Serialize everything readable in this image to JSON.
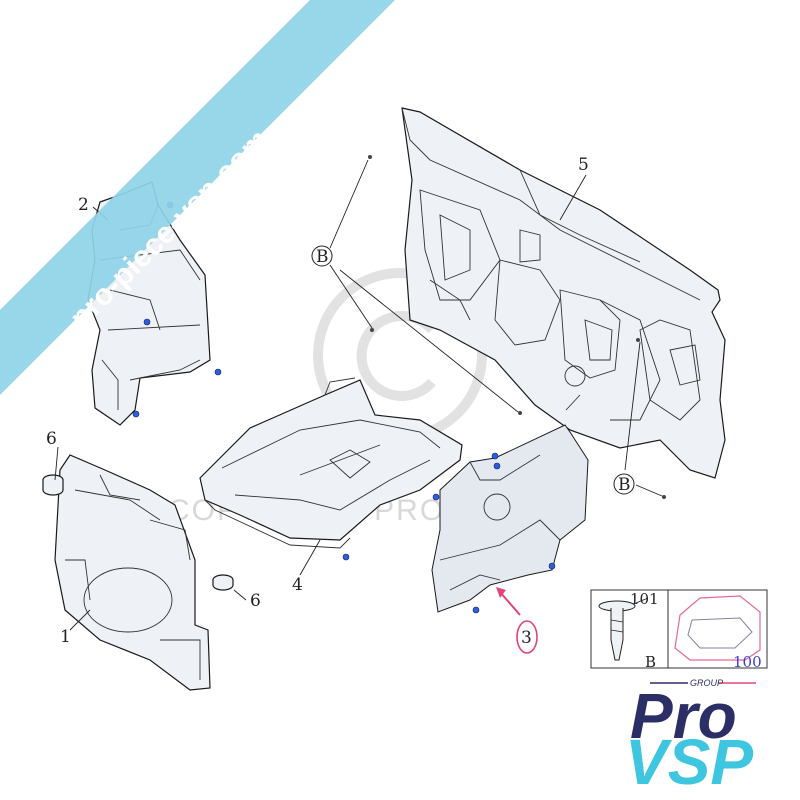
{
  "watermark": {
    "site_text": "pro-piece-vsp.com",
    "copyright_text": "COPYRIGHT PRO VSP",
    "band_color": "#8fd3e8"
  },
  "callouts": {
    "c1": "1",
    "c2": "2",
    "c3": "3",
    "c4": "4",
    "c5": "5",
    "c6a": "6",
    "c6b": "6",
    "b_left": "B",
    "b_right": "B"
  },
  "inset": {
    "ref_101": "101",
    "ref_b": "B",
    "ref_100": "100"
  },
  "logo": {
    "group_text": "GROUP",
    "pro_text": "Pro",
    "vsp_text": "VSP",
    "primary_color": "#2b2f66",
    "accent_color": "#3ec6e0",
    "highlight_color": "#e0457b"
  }
}
